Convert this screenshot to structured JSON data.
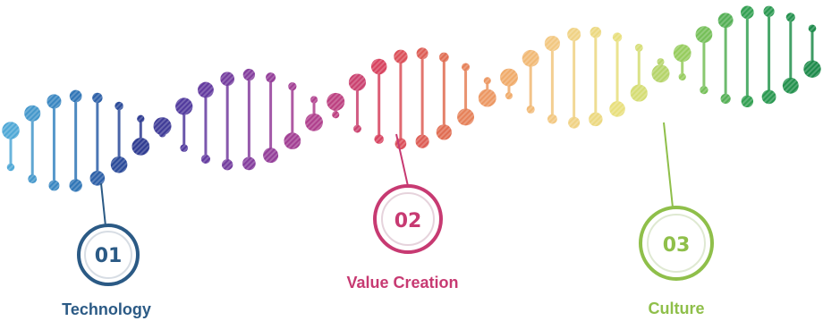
{
  "steps": [
    {
      "number": "01",
      "label": "Technology",
      "color": "#2b5a85"
    },
    {
      "number": "02",
      "label": "Value Creation",
      "color": "#c73a72"
    },
    {
      "number": "03",
      "label": "Culture",
      "color": "#8fbf4a"
    }
  ],
  "helix_palette": [
    "#4fa8d6",
    "#2f78b8",
    "#283b8f",
    "#5b3aa0",
    "#8a3d9c",
    "#b23f8c",
    "#d8425e",
    "#e06a50",
    "#f0a868",
    "#f2cf86",
    "#e6e27a",
    "#8cc95a",
    "#2e9e52",
    "#1d8a4a"
  ]
}
